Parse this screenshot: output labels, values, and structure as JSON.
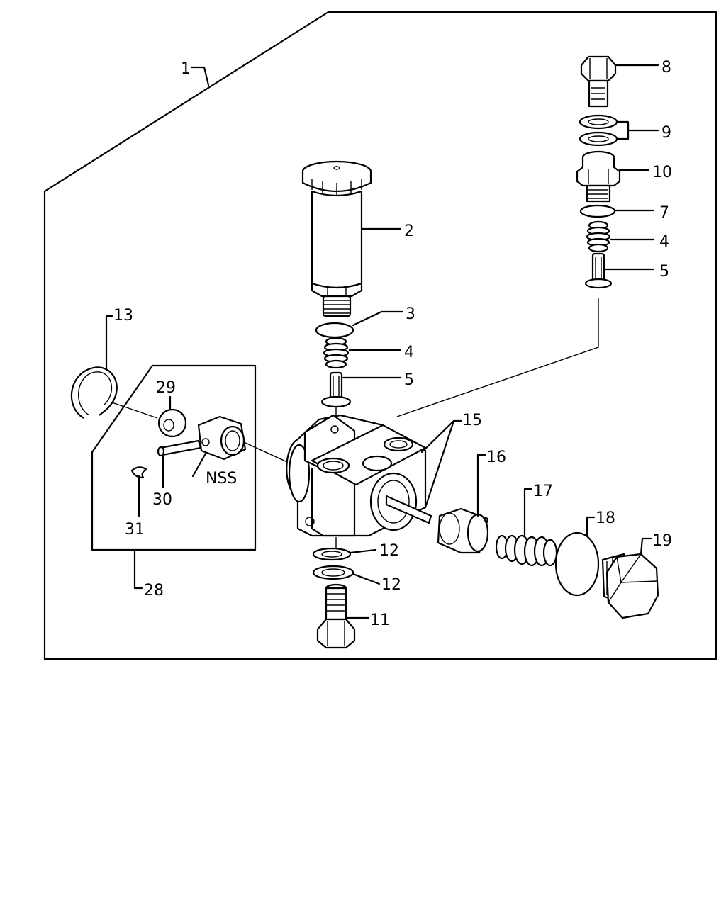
{
  "labels": {
    "assembly": "1",
    "primer_pump": "2",
    "washer_3": "3",
    "spring_upper": "4",
    "valve_upper": "5",
    "o_ring": "7",
    "eye_bolt": "8",
    "gaskets": "9",
    "valve_holder": "10",
    "spring_right": "4",
    "valve_right": "5",
    "snap_ring": "13",
    "pin_15": "15",
    "piston": "16",
    "spring_17": "17",
    "gasket_18": "18",
    "plug": "19",
    "washer_12a": "12",
    "washer_12b": "12",
    "bolt_11": "11",
    "kit": "28",
    "roller": "29",
    "pin_30": "30",
    "clip_31": "31",
    "nss": "NSS"
  }
}
